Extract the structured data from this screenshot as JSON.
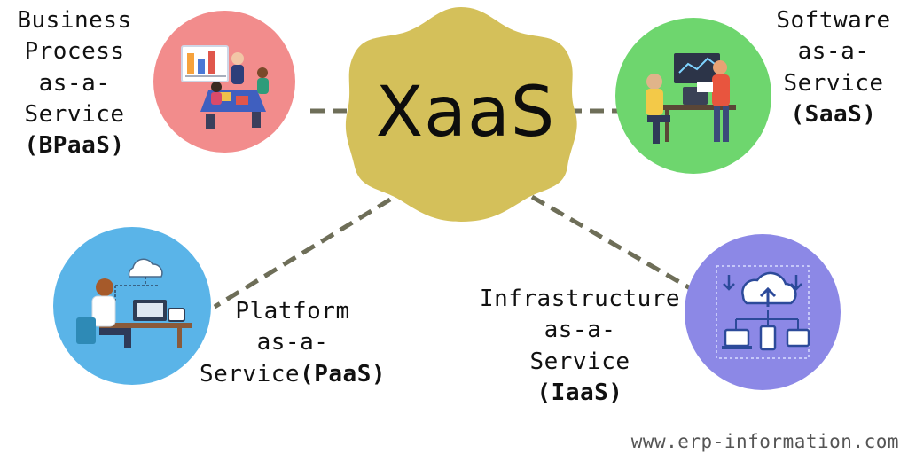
{
  "hub": {
    "label": "XaaS",
    "color": "#d4c05a"
  },
  "nodes": {
    "bpaas": {
      "lines": [
        "Business",
        "Process",
        "as-a-",
        "Service"
      ],
      "abbr": "(BPaaS)",
      "circle_color": "#f28c8c",
      "icon": "business-meeting-illustration"
    },
    "saas": {
      "lines": [
        "Software",
        "as-a-",
        "Service"
      ],
      "abbr": "(SaaS)",
      "circle_color": "#6ed66e",
      "icon": "software-team-illustration"
    },
    "paas": {
      "lines": [
        "Platform",
        "as-a-"
      ],
      "last_prefix": "Service",
      "abbr": "(PaaS)",
      "circle_color": "#5ab4e8",
      "icon": "developer-cloud-illustration"
    },
    "iaas": {
      "lines": [
        "Infrastructure",
        "as-a-",
        "Service"
      ],
      "abbr": "(IaaS)",
      "circle_color": "#8c88e6",
      "icon": "cloud-infrastructure-illustration"
    }
  },
  "connector_color": "#6e6e58",
  "watermark": "www.erp-information.com"
}
